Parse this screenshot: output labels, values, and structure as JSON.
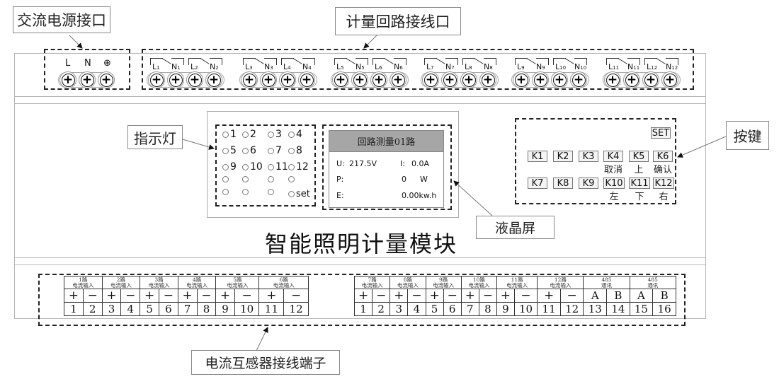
{
  "callouts": {
    "ac_power": "交流电源接口",
    "metering_loops": "计量回路接线口",
    "indicator": "指示灯",
    "keys": "按键",
    "lcd": "液晶屏",
    "ct_terminals": "电流互感器接线端子"
  },
  "module_title": "智能照明计量模块",
  "ac_terminals": [
    {
      "label": "L"
    },
    {
      "label": "N"
    },
    {
      "label": "⊕",
      "icon": "ground-icon"
    }
  ],
  "loop_terminals": [
    {
      "l": "L",
      "n": "N",
      "idx": "1"
    },
    {
      "l": "L",
      "n": "N",
      "idx": "2"
    },
    {
      "l": "L",
      "n": "N",
      "idx": "3"
    },
    {
      "l": "L",
      "n": "N",
      "idx": "4"
    },
    {
      "l": "L",
      "n": "N",
      "idx": "5"
    },
    {
      "l": "L",
      "n": "N",
      "idx": "6"
    },
    {
      "l": "L",
      "n": "N",
      "idx": "7"
    },
    {
      "l": "L",
      "n": "N",
      "idx": "8"
    },
    {
      "l": "L",
      "n": "N",
      "idx": "9"
    },
    {
      "l": "L",
      "n": "N",
      "idx": "10"
    },
    {
      "l": "L",
      "n": "N",
      "idx": "11"
    },
    {
      "l": "L",
      "n": "N",
      "idx": "12"
    }
  ],
  "indicators": [
    [
      "1",
      "2",
      "3",
      "4"
    ],
    [
      "5",
      "6",
      "7",
      "8"
    ],
    [
      "9",
      "10",
      "11",
      "12"
    ],
    [
      "",
      "",
      "",
      ""
    ],
    [
      "",
      "",
      "",
      "set"
    ]
  ],
  "lcd": {
    "header": "回路测量01路",
    "u_label": "U:",
    "u_value": "217.5V",
    "i_label": "I:",
    "i_value": "0.0A",
    "p_label": "P:",
    "p_value": "0",
    "p_unit": "W",
    "e_label": "E:",
    "e_value": "0.00kw.h"
  },
  "keys": {
    "set": "SET",
    "row1": [
      {
        "label": "K1",
        "sub": ""
      },
      {
        "label": "K2",
        "sub": ""
      },
      {
        "label": "K3",
        "sub": ""
      },
      {
        "label": "K4",
        "sub": "取消"
      },
      {
        "label": "K5",
        "sub": "上"
      },
      {
        "label": "K6",
        "sub": "确认"
      }
    ],
    "row2": [
      {
        "label": "K7",
        "sub": ""
      },
      {
        "label": "K8",
        "sub": ""
      },
      {
        "label": "K9",
        "sub": ""
      },
      {
        "label": "K10",
        "sub": "左"
      },
      {
        "label": "K11",
        "sub": "下"
      },
      {
        "label": "K12",
        "sub": "右"
      }
    ]
  },
  "ct_left": {
    "groups": [
      {
        "title": "1路",
        "sub": "电流输入"
      },
      {
        "title": "2路",
        "sub": "电流输入"
      },
      {
        "title": "3路",
        "sub": "电流输入"
      },
      {
        "title": "4路",
        "sub": "电流输入"
      },
      {
        "title": "5路",
        "sub": "电流输入"
      },
      {
        "title": "6路",
        "sub": "电流输入"
      }
    ],
    "polarity": [
      "+",
      "−",
      "+",
      "−",
      "+",
      "−",
      "+",
      "−",
      "+",
      "−",
      "+",
      "−"
    ],
    "numbers": [
      "1",
      "2",
      "3",
      "4",
      "5",
      "6",
      "7",
      "8",
      "9",
      "10",
      "11",
      "12"
    ]
  },
  "ct_right": {
    "groups": [
      {
        "title": "7路",
        "sub": "电流输入"
      },
      {
        "title": "8路",
        "sub": "电流输入"
      },
      {
        "title": "9路",
        "sub": "电流输入"
      },
      {
        "title": "10路",
        "sub": "电流输入"
      },
      {
        "title": "11路",
        "sub": "电流输入"
      },
      {
        "title": "12路",
        "sub": "电流输入"
      },
      {
        "title": "485",
        "sub": "通讯"
      },
      {
        "title": "485",
        "sub": "通讯"
      }
    ],
    "polarity": [
      "+",
      "−",
      "+",
      "−",
      "+",
      "−",
      "+",
      "−",
      "+",
      "−",
      "+",
      "−",
      "A",
      "B",
      "A",
      "B"
    ],
    "numbers": [
      "1",
      "2",
      "3",
      "4",
      "5",
      "6",
      "7",
      "8",
      "9",
      "10",
      "11",
      "12",
      "13",
      "14",
      "15",
      "16"
    ]
  }
}
